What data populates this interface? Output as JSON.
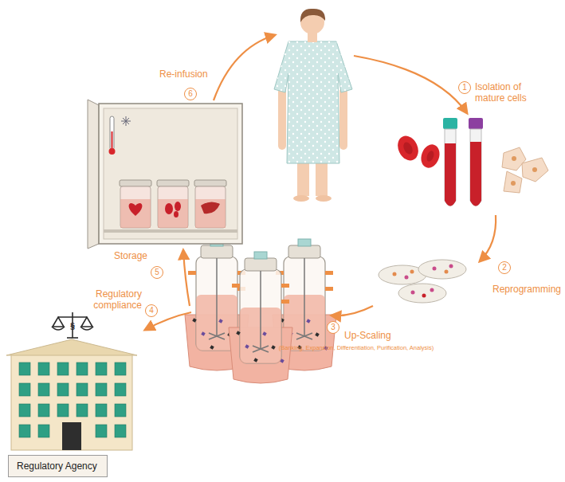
{
  "diagram": {
    "nodes": [
      {
        "text": [
          "Regulatory Agency"
        ]
      }
    ],
    "labels": [
      "1",
      "Isolation of mature cells",
      "2",
      "Reprogramming",
      "3",
      "Up-Scaling",
      "(Banking, Expansion, Differentiation, Purification, Analysis)",
      "4",
      "Regulatory compliance",
      "5",
      "Storage",
      "6",
      "Re-infusion",
      "§"
    ]
  }
}
